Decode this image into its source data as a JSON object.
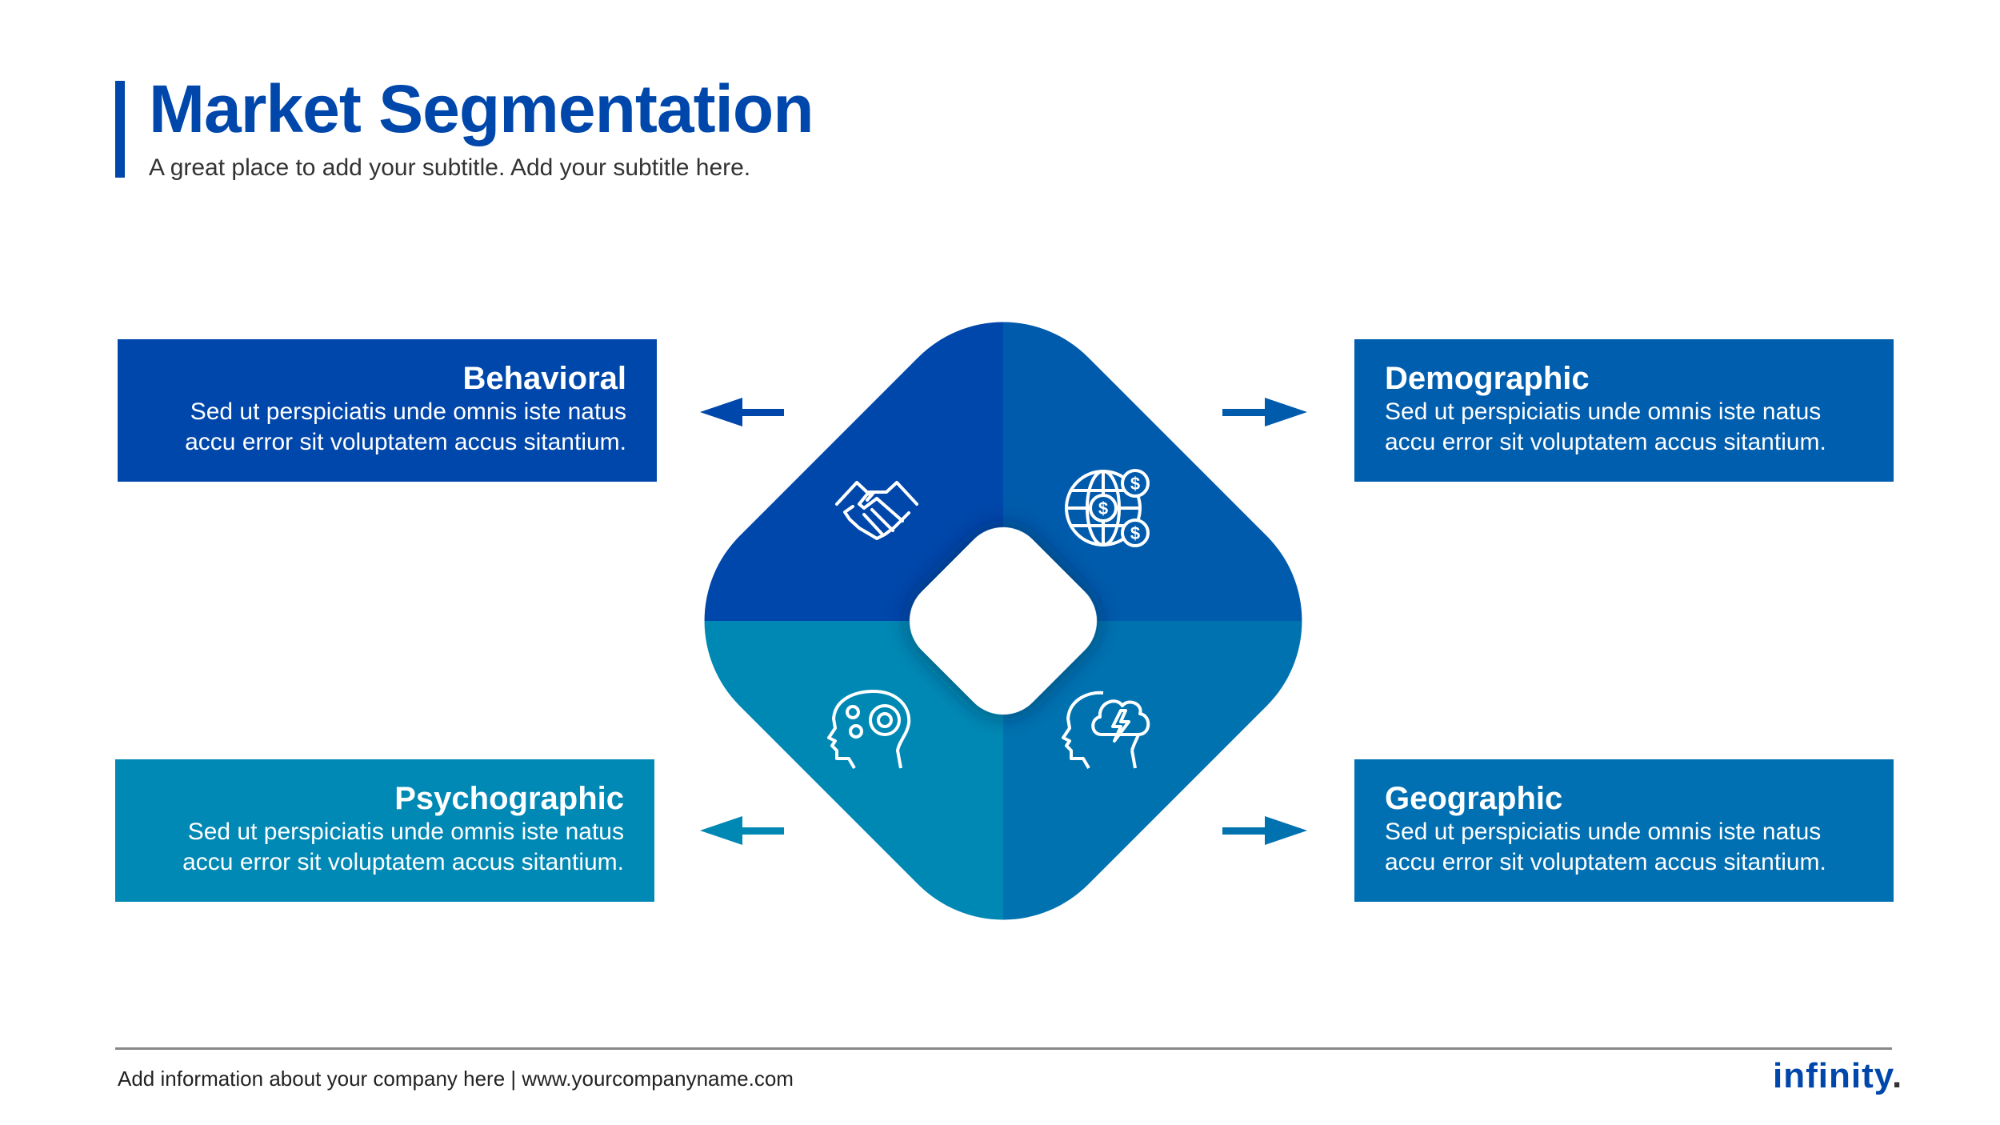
{
  "header": {
    "title": "Market Segmentation",
    "subtitle": "A great place to add your subtitle. Add your subtitle here."
  },
  "segments": [
    {
      "title": "Behavioral",
      "text1": "Sed ut perspiciatis unde omnis iste natus",
      "text2": "accu error sit voluptatem accus sitantium.",
      "color": "#0047AB",
      "icon": "handshake-icon"
    },
    {
      "title": "Demographic",
      "text1": "Sed ut perspiciatis unde omnis iste natus",
      "text2": "accu error sit voluptatem accus sitantium.",
      "color": "#005EAF",
      "icon": "globe-dollar-icon"
    },
    {
      "title": "Psychographic",
      "text1": "Sed ut perspiciatis unde omnis iste natus",
      "text2": "accu error sit voluptatem accus sitantium.",
      "color": "#0089B5",
      "icon": "head-gears-icon"
    },
    {
      "title": "Geographic",
      "text1": "Sed ut perspiciatis unde omnis iste natus",
      "text2": "accu error sit voluptatem accus sitantium.",
      "color": "#0070B2",
      "icon": "head-storm-icon"
    }
  ],
  "footer": {
    "info": "Add information about your company here | www.yourcompanyname.com",
    "logo": "infinity",
    "logo_dot": "."
  }
}
